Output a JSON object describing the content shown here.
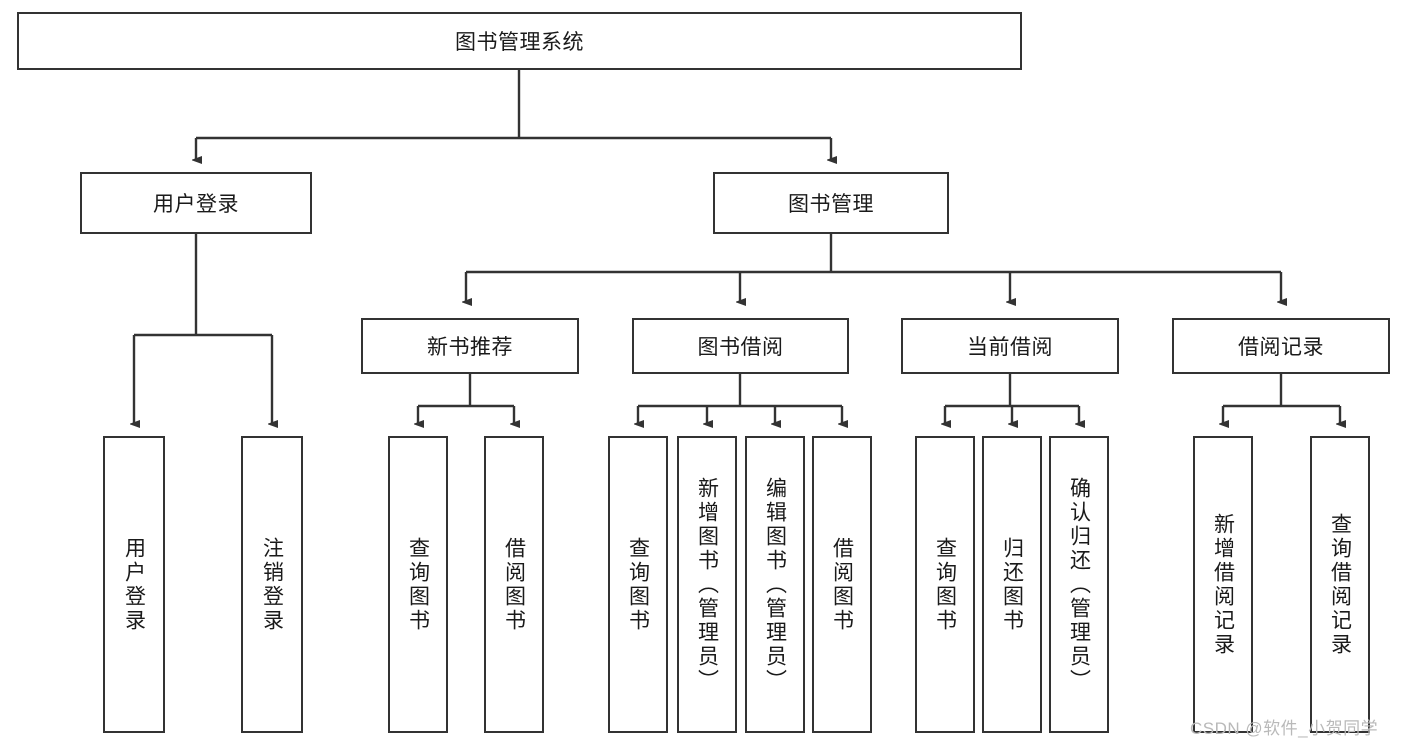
{
  "diagram": {
    "type": "hierarchy-tree",
    "title_text": "图书管理系统",
    "watermark": "CSDN @软件_小贺同学",
    "colors": {
      "border": "#333333",
      "fill": "#ffffff",
      "text": "#1a1a1a",
      "watermark": "#b9b9b9",
      "background": "#ffffff"
    },
    "root": {
      "id": "root",
      "label": "图书管理系统",
      "orientation": "horizontal"
    },
    "level2": [
      {
        "id": "user-login",
        "label": "用户登录",
        "orientation": "horizontal"
      },
      {
        "id": "book-management",
        "label": "图书管理",
        "orientation": "horizontal"
      }
    ],
    "level3": [
      {
        "id": "new-book-recommend",
        "label": "新书推荐",
        "orientation": "horizontal",
        "parent": "book-management"
      },
      {
        "id": "book-borrow",
        "label": "图书借阅",
        "orientation": "horizontal",
        "parent": "book-management"
      },
      {
        "id": "current-borrow",
        "label": "当前借阅",
        "orientation": "horizontal",
        "parent": "book-management"
      },
      {
        "id": "borrow-record",
        "label": "借阅记录",
        "orientation": "horizontal",
        "parent": "book-management"
      }
    ],
    "leaves": [
      {
        "id": "leaf-user-login",
        "label": "用户登录",
        "parent": "user-login"
      },
      {
        "id": "leaf-user-logout",
        "label": "注销登录",
        "parent": "user-login"
      },
      {
        "id": "leaf-query-book-1",
        "label": "查询图书",
        "parent": "new-book-recommend"
      },
      {
        "id": "leaf-borrow-book-1",
        "label": "借阅图书",
        "parent": "new-book-recommend"
      },
      {
        "id": "leaf-query-book-2",
        "label": "查询图书",
        "parent": "book-borrow"
      },
      {
        "id": "leaf-add-book",
        "label": "新增图书（管理员）",
        "parent": "book-borrow"
      },
      {
        "id": "leaf-edit-book",
        "label": "编辑图书（管理员）",
        "parent": "book-borrow"
      },
      {
        "id": "leaf-borrow-book-2",
        "label": "借阅图书",
        "parent": "book-borrow"
      },
      {
        "id": "leaf-query-book-3",
        "label": "查询图书",
        "parent": "current-borrow"
      },
      {
        "id": "leaf-return-book",
        "label": "归还图书",
        "parent": "current-borrow"
      },
      {
        "id": "leaf-confirm-return",
        "label": "确认归还（管理员）",
        "parent": "current-borrow"
      },
      {
        "id": "leaf-add-record",
        "label": "新增借阅记录",
        "parent": "borrow-record"
      },
      {
        "id": "leaf-query-record",
        "label": "查询借阅记录",
        "parent": "borrow-record"
      }
    ]
  }
}
